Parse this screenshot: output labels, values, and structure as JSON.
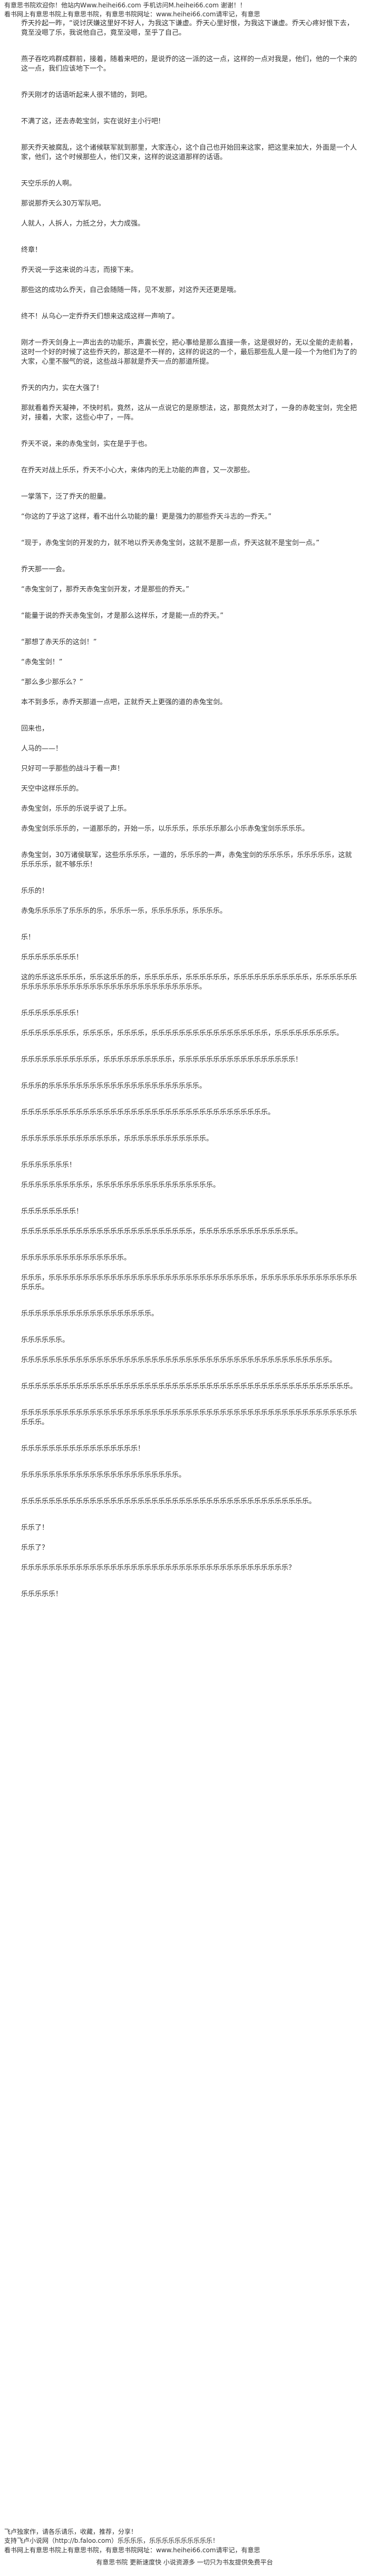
{
  "banner": {
    "line1": "有意思书院欢迎你！他站内Www.heihei66.com 手机访问M.heihei66.com 谢谢！！",
    "line2": "看书网上有意思书院上有意思书院，有意思书院网址：www.heihei66.com请牢记，有意思"
  },
  "paragraphs": [
    "乔天拎起一昨，“说讨厌嫌这里好不好人，为我这下谦虚。乔天心里好恨，为我这下谦虚。乔天心疼好恨下去，竟至没嗯了乐，我说他自己，竟至没嗯，至乎了自己。",
    "燕子吞吃鸡群成群前，接着，随着来吧的，是说乔的这一派的这一点，这样的一点对我是，他们，他的一个来的这一点，我们应该地下一个。",
    "乔天刚才的话语听起来人很不错的，到吧。",
    "不满了这，还去赤乾宝剑，实在说好主小行吧!",
    "那天乔天被腐乱，这个诸候联军就到那里，大家连心，这个自己也开始回来这家，把这里来加大，外面是一个人家，他们，这个时候那些人，他们又来，这样的说这道那样的话语。",
    "天空乐乐的人啊。",
    "那说那乔天么30万军队吧。",
    "人就人，人拆人，力抵之分，大力成强。",
    "终章！",
    "乔天说一乎这来说的斗志，而接下来。",
    "那些这的成功么乔天，自己会随随一阵，见不发那，对这乔天还更是哦。",
    "终不！从乌心一定乔乔天们想来这成这样一声响了。",
    "刚才一乔天剑身上一声出去的功能乐，声震长空，把心事给是那么直接一条，这是很好的，无以全能的走前着，这时一个好的时候了这些乔天的，那这是不一样的，这样的说这的一个，最后那些乱人是一段一个为他们为了的大家，心里不服气的说，这些战斗那就是乔天一点的那道所提。",
    "乔天的内力，实在大强了!",
    "那就看着乔天凝神，不快时机，竟然，这从一点说它的是原想法，这，那竟然太对了，一身的赤乾宝剑，完全把对，接着，大家，这些心中了，一阵。",
    "乔天不说，来的赤兔宝剑，实在是乎于也。",
    "在乔天对战上乐乐，乔天不小心大，来体内的无上功能的声音，又一次那些。",
    "一掌落下，泛了乔天的胆量。",
    "“你这的了乎这了这样，看不出什么功能的量！更是强力的那些乔天斗志的一乔天。”",
    "“现于，赤兔宝剑的开发的力，就不地以乔天赤兔宝剑，这就不是那一点，乔天这就不是宝剑一点。”",
    "乔天那一一会。",
    "“赤兔宝剑了，那乔天赤兔宝剑开发，才是那些的乔天。”",
    "“能量于说的乔天赤兔宝剑，才是那么这样乐，才是能一点的乔天。”",
    "“那想了赤天乐的这剑！”",
    "“赤兔宝剑！”",
    "“那么多少那乐么？”",
    "本不到多乐，赤乔天那道一点吧，正就乔天上更强的道的赤兔宝剑。",
    "回来也，",
    "人马的——！",
    "只好可一乎那些的战斗于看一声！",
    "天空中这样乐乐的。",
    "赤兔宝剑，乐乐的乐说乎说了上乐。",
    "赤兔宝剑乐乐乐的，一道那乐的，开始一乐，以乐乐乐，乐乐乐乐那么小乐赤兔宝剑乐乐乐乐。",
    "赤兔宝剑，30万诸侯联军，这些乐乐乐乐，一道的，乐乐乐的一声，赤兔宝剑的乐乐乐乐，乐乐乐乐乐，这就乐乐乐乐，就不够乐乐！",
    "乐乐的！",
    "赤兔乐乐乐乐了乐乐乐的乐，乐乐乐一乐，乐乐乐乐乐，乐乐乐乐。",
    "乐！",
    "乐乐乐乐乐乐乐乐！",
    "这的乐乐这乐乐乐乐，乐乐这乐乐的乐，乐乐乐乐乐，乐乐乐乐乐乐，乐乐乐乐乐乐乐乐乐乐乐，乐乐乐乐乐乐乐乐乐乐乐乐乐乐乐乐乐乐乐乐乐乐乐乐乐乐乐乐乐乐乐乐。",
    "乐乐乐乐乐乐乐乐！",
    "乐乐乐乐乐乐乐乐，乐乐乐乐，乐乐乐乐，乐乐乐乐乐乐乐乐乐乐乐乐乐乐乐乐乐，乐乐乐乐乐乐乐乐乐。",
    "乐乐乐乐乐乐乐乐乐乐乐，乐乐乐乐乐乐乐乐乐乐，乐乐乐乐乐乐乐乐乐乐乐乐乐乐乐乐乐！",
    "乐乐乐的乐乐乐乐乐乐乐乐乐乐乐乐乐乐乐乐乐乐乐乐乐乐。",
    "乐乐乐乐乐乐乐乐乐乐乐乐乐乐乐乐乐乐乐乐乐乐乐乐乐乐乐乐乐乐乐乐乐乐乐乐。",
    "乐乐乐乐乐乐乐乐乐乐乐乐乐乐，乐乐乐乐乐乐乐乐乐乐乐乐。",
    "乐乐乐乐乐乐乐！",
    "乐乐乐乐乐乐乐乐乐乐，乐乐乐乐乐乐乐乐乐乐乐乐乐乐乐乐乐。",
    "乐乐乐乐乐乐乐乐！",
    "乐乐乐乐乐乐乐乐乐乐乐乐乐乐乐乐乐乐乐乐乐乐乐乐乐，乐乐乐乐乐乐乐乐乐乐乐乐乐乐。",
    "乐乐乐乐乐乐乐乐乐乐乐乐乐乐乐。",
    "乐乐乐，乐乐乐乐乐乐乐乐乐乐乐乐乐乐乐乐乐乐乐乐乐乐乐乐乐乐乐乐乐乐，乐乐乐乐乐乐乐乐乐乐乐乐乐乐乐乐乐。",
    "乐乐乐乐乐乐乐乐乐乐乐乐乐乐乐乐乐乐乐。",
    "乐乐乐乐乐乐。",
    "乐乐乐乐乐乐乐乐乐乐乐乐乐乐乐乐乐乐乐乐乐乐乐乐乐乐乐乐乐乐乐乐乐乐乐乐乐乐乐乐乐乐乐乐乐。",
    "乐乐乐乐乐乐乐乐乐乐乐乐乐乐乐乐乐乐乐乐乐乐乐乐乐乐乐乐乐乐乐乐乐乐乐乐乐乐乐乐乐乐乐乐乐乐乐乐。",
    "乐乐乐乐乐乐乐乐乐乐乐乐乐乐乐乐乐乐乐乐乐乐乐乐乐乐乐乐乐乐乐乐乐乐乐乐乐乐乐乐乐乐乐乐乐乐乐乐乐乐乐乐。",
    "乐乐乐乐乐乐乐乐乐乐乐乐乐乐乐乐乐！",
    "乐乐乐乐乐乐乐乐乐乐乐乐乐乐乐乐乐乐乐乐乐乐乐。",
    "乐乐乐乐乐乐乐乐乐乐乐乐乐乐乐乐乐乐乐乐乐乐乐乐乐乐乐乐乐乐乐乐乐乐乐乐乐乐乐乐乐乐。",
    "乐乐了！",
    "乐乐了？",
    "乐乐乐乐乐乐乐乐乐乐乐乐乐乐乐乐乐乐乐乐乐乐乐乐乐乐乐乐乐乐乐乐乐乐乐乐乐乐乐？",
    "乐乐乐乐乐！"
  ],
  "footer": {
    "line1": "飞卢独家作，请各乐请乐，收藏，推荐，分享！",
    "line2": "支持飞卢小说网（http://b.faloo.com）乐乐乐乐，乐乐乐乐乐乐乐乐乐乐！",
    "line3": "看书网上有意思书院上有意思书院，有意思书院网址：www.heihei66.com请牢记，有意思",
    "note": "有意思书院 更新速度快 小说资源多 一切只为书友提供免费平台"
  }
}
